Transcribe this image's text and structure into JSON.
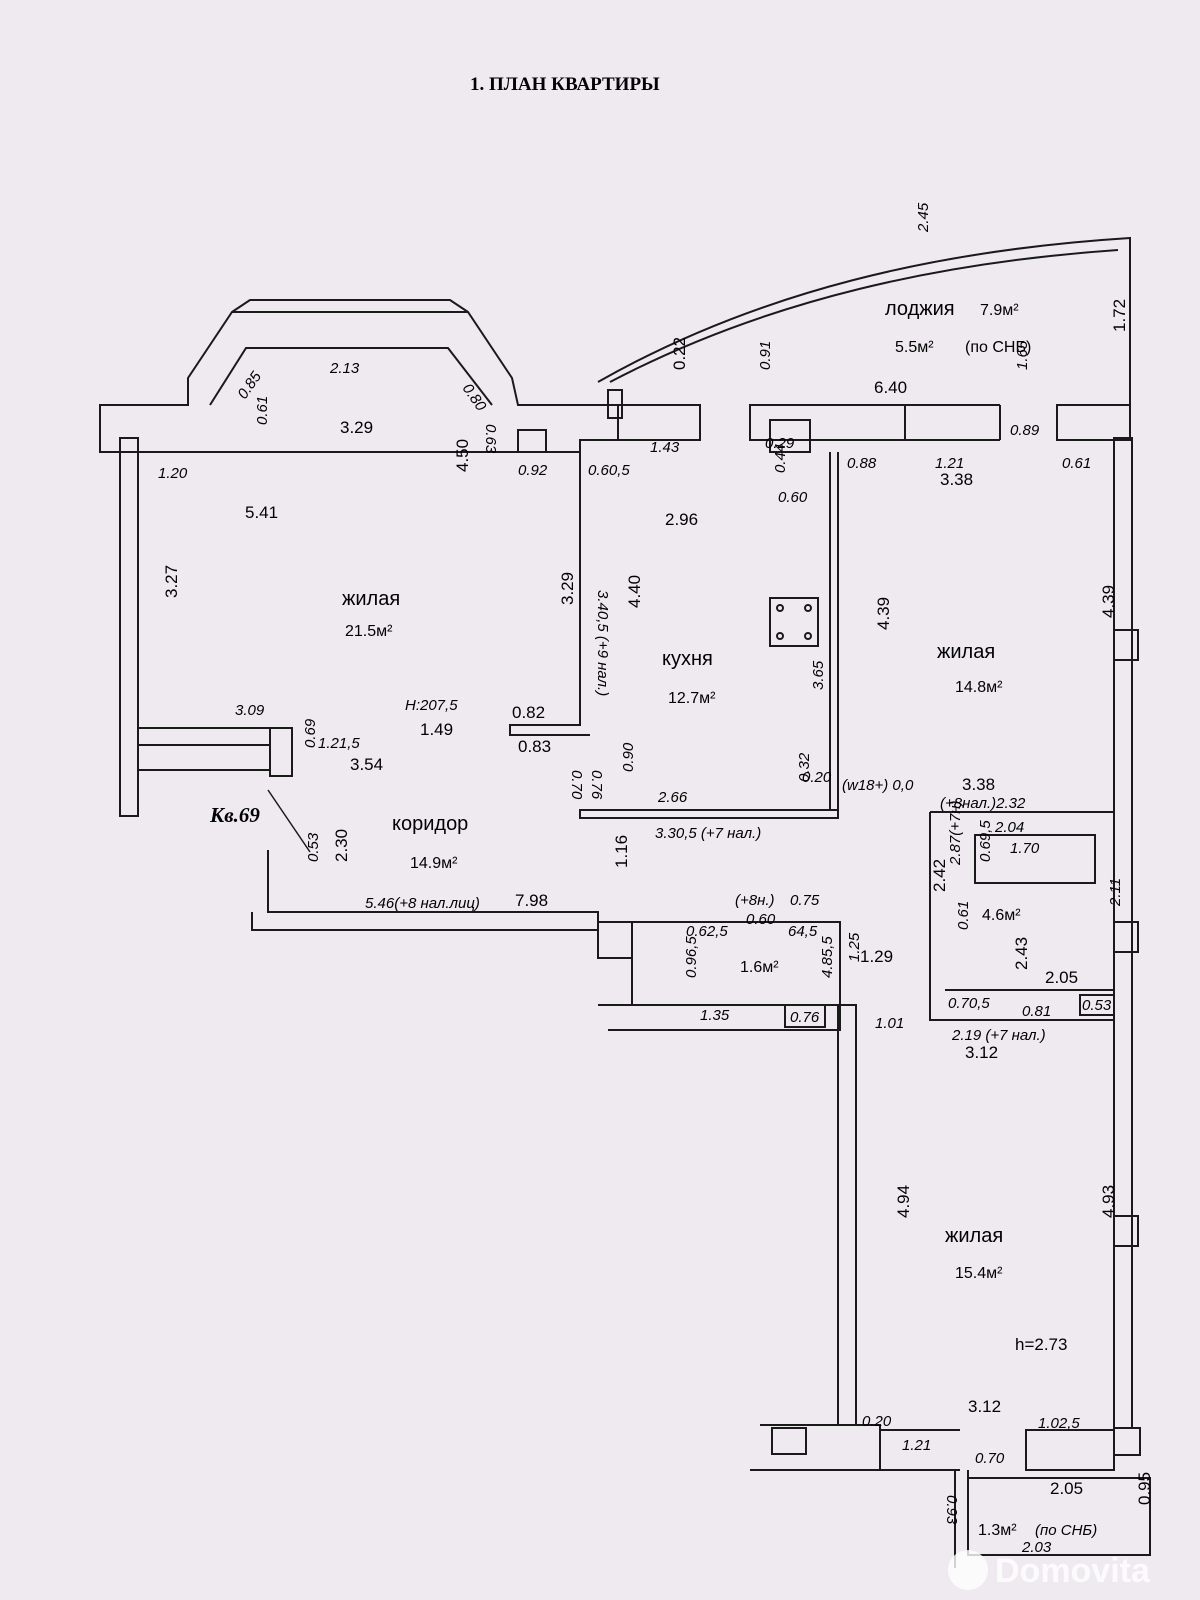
{
  "title": "1. ПЛАН КВАРТИРЫ",
  "apartment": "Кв.69",
  "watermark": "Domovita",
  "rooms": {
    "living1": {
      "name": "жилая",
      "area": "21.5м²"
    },
    "kitchen": {
      "name": "кухня",
      "area": "12.7м²"
    },
    "living2": {
      "name": "жилая",
      "area": "14.8м²"
    },
    "corridor": {
      "name": "коридор",
      "area": "14.9м²"
    },
    "living3": {
      "name": "жилая",
      "area": "15.4м²"
    },
    "bath": {
      "area": "4.6м²"
    },
    "wc": {
      "area": "1.6м²"
    },
    "loggia": {
      "name": "лоджия",
      "area": "7.9м²",
      "area_snb": "5.5м²",
      "snb_note": "(по СНБ)"
    },
    "balcony": {
      "area": "1.3м²",
      "snb_note": "(по СНБ)"
    }
  },
  "heights": {
    "corridor": "Н:207,5",
    "living3": "h=2.73"
  },
  "dims": {
    "d245": "2.45",
    "d172": "1.72",
    "d022": "0.22",
    "d091": "0.91",
    "d165": "1.65",
    "d640": "6.40",
    "d213": "2.13",
    "d085": "0.85",
    "d080": "0.80",
    "d329a": "3.29",
    "d061a": "0.61",
    "d063": "0.63",
    "d120": "1.20",
    "d092": "0.92",
    "d0605": "0.60,5",
    "d143": "1.43",
    "d029": "0.29",
    "d088": "0.88",
    "d121a": "1.21",
    "d089": "0.89",
    "d061b": "0.61",
    "d338a": "3.38",
    "d044": "0.44",
    "d060a": "0.60",
    "d541": "5.41",
    "d450": "4.50",
    "d296": "2.96",
    "d327": "3.27",
    "d329b": "3.29",
    "d3405": "3.40,5 (+9 нал.)",
    "d440": "4.40",
    "d439a": "4.39",
    "d439b": "4.39",
    "d365": "3.65",
    "d309": "3.09",
    "d082": "0.82",
    "d149": "1.49",
    "d1215": "1.21,5",
    "d354": "3.54",
    "d083": "0.83",
    "d069": "0.69",
    "d070": "0.70",
    "d076": "0.76",
    "d090": "0.90",
    "d266": "2.66",
    "d032": "0.32",
    "d020a": "0.20",
    "d018": "(w18+) 0,0",
    "d338b": "3.38",
    "d232": "(+8нал.)2.32",
    "d204": "2.04",
    "d170": "1.70",
    "d0695": "0.69,5",
    "d287": "2.87(+7н)",
    "d330": "3.30,5 (+7 нал.)",
    "d053": "0.53",
    "d230": "2.30",
    "d116": "1.16",
    "d546": "5.46(+8 нал.лиц)",
    "d798": "7.98",
    "d8n": "(+8н.)",
    "d075": "0.75",
    "d060b": "0.60",
    "d0625": "0.62,5",
    "d645": "64,5",
    "d0965": "0.96,5",
    "d125": "1.25",
    "d4855": "4.85,5",
    "d129": "1.29",
    "d135": "1.35",
    "d076b": "0.76",
    "d101": "1.01",
    "d242": "2.42",
    "d061c": "0.61",
    "d0705": "0.70,5",
    "d243": "2.43",
    "d205a": "2.05",
    "d211": "2.11",
    "d081": "0.81",
    "d053b": "0.53",
    "d219": "2.19 (+7 нал.)",
    "d312a": "3.12",
    "d494": "4.94",
    "d493": "4.93",
    "d020b": "0.20",
    "d121b": "1.21",
    "d312b": "3.12",
    "d1025": "1.02,5",
    "d070b": "0.70",
    "d205b": "2.05",
    "d095": "0.95",
    "d093": "0.93",
    "d203": "2.03"
  }
}
